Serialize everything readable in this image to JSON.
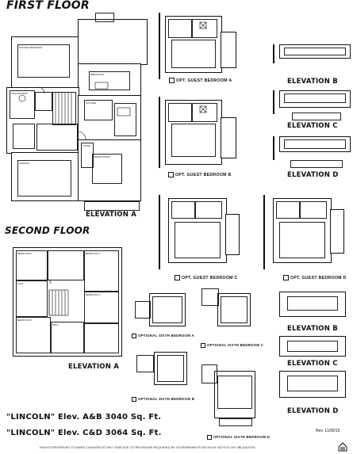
{
  "first_floor": {
    "title": "FIRST FLOOR",
    "elevation_label": "ELEVATION A",
    "rooms": [
      "MASTER BEDROOM",
      "BREAKFAST",
      "GARAGE",
      "KITCHEN",
      "DINING ROOM",
      "FAMILY ROOM",
      "MASTER BATH",
      "FOYER"
    ]
  },
  "guest_options": [
    {
      "label": "OPT. GUEST BEDROOM A"
    },
    {
      "label": "OPT. GUEST BEDROOM B"
    },
    {
      "label": "OPT. GUEST BEDROOM C"
    },
    {
      "label": "OPT. GUEST BEDROOM D"
    }
  ],
  "upper_elevations": [
    {
      "label": "ELEVATION B"
    },
    {
      "label": "ELEVATION C"
    },
    {
      "label": "ELEVATION D"
    }
  ],
  "second_floor": {
    "title": "SECOND FLOOR",
    "elevation_label": "ELEVATION A",
    "rooms": [
      "BEDROOM 2",
      "BEDROOM 3",
      "BEDROOM 4",
      "BEDROOM 5",
      "LOFT",
      "BATH"
    ]
  },
  "sixth_bedroom_options": [
    {
      "label": "OPTIONAL SIXTH BEDROOM A"
    },
    {
      "label": "OPTIONAL SIXTH BEDROOM C"
    },
    {
      "label": "OPTIONAL SIXTH BEDROOM B"
    },
    {
      "label": "OPTIONAL SIXTH BEDROOM D"
    }
  ],
  "lower_elevations": [
    {
      "label": "ELEVATION B"
    },
    {
      "label": "ELEVATION C"
    },
    {
      "label": "ELEVATION D"
    }
  ],
  "model_lines": [
    {
      "text": "\"LINCOLN\" Elev. A&B 3040 Sq. Ft."
    },
    {
      "text": "\"LINCOLN\" Elev. C&D 3064 Sq. Ft."
    }
  ],
  "revision": "Rev. 11/30/15",
  "footer_text": "RIGHTS RESERVED TO MAKE CHANGES AT ANY TIME DUE TO REVISIONS REQUIRED BY GOVERNMENTS WITHOUT NOTICE OR OBLIGATION"
}
